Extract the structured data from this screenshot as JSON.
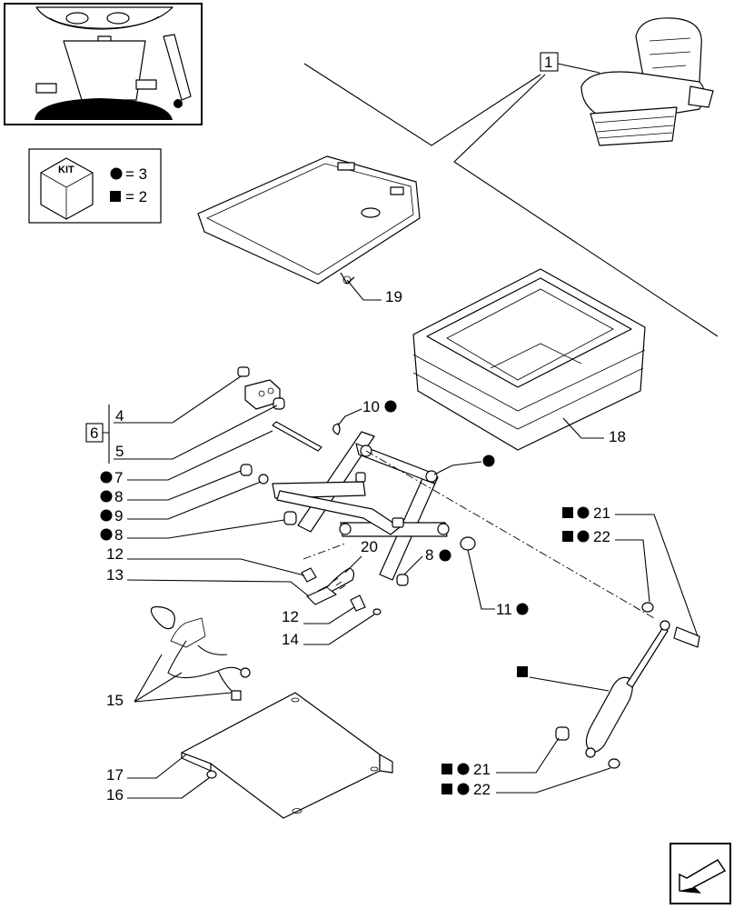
{
  "kit_legend": {
    "kit_word": "KIT",
    "circle_label": "= 3",
    "square_label": "= 2"
  },
  "callouts": {
    "c1": "1",
    "c4": "4",
    "c5": "5",
    "c6": "6",
    "c7": "7",
    "c8a": "8",
    "c9": "9",
    "c8b": "8",
    "c8c": "8",
    "c10": "10",
    "c11": "11",
    "c12a": "12",
    "c12b": "12",
    "c13": "13",
    "c14": "14",
    "c15": "15",
    "c16": "16",
    "c17": "17",
    "c18": "18",
    "c19": "19",
    "c20": "20",
    "c21a": "21",
    "c22a": "22",
    "c21b": "21",
    "c22b": "22"
  },
  "icons": {
    "kit_box": "cube-icon",
    "circle_marker": "filled-circle-icon",
    "square_marker": "filled-square-icon",
    "nav_arrow": "back-arrow-icon"
  }
}
